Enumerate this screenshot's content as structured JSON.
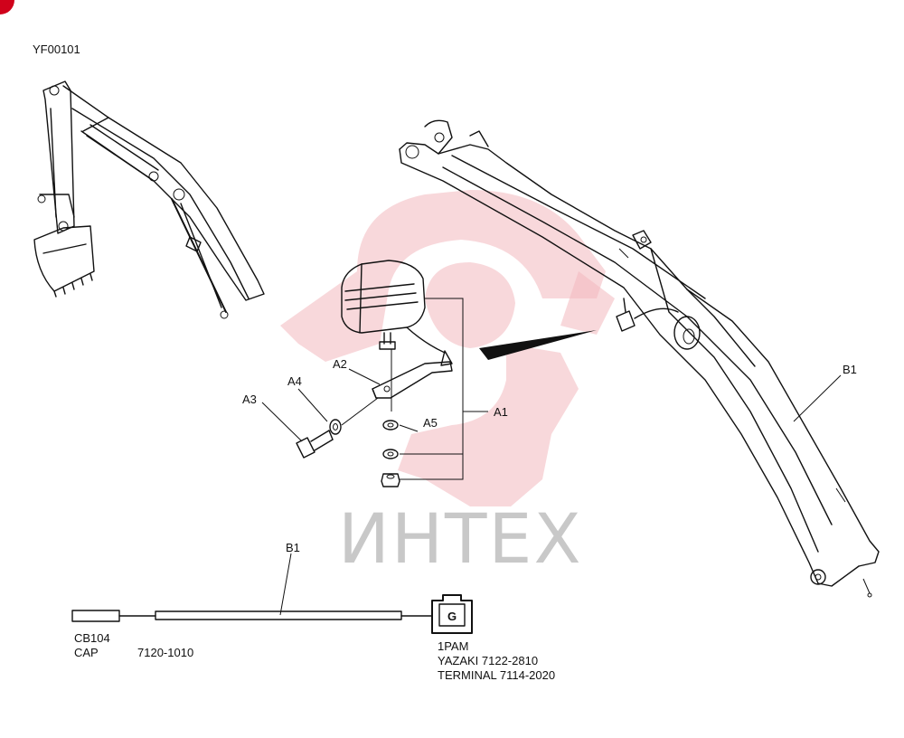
{
  "drawing_code": "YF00101",
  "watermark": "ИНТЕХ",
  "accent_color": "#d0021b",
  "callouts": {
    "a1": "A1",
    "a2": "A2",
    "a3": "A3",
    "a4": "A4",
    "a5": "A5",
    "b1_boom": "B1",
    "b1_harness": "B1"
  },
  "connector_letter": "G",
  "harness_left": {
    "line1": "CB104",
    "line2_left": "CAP",
    "line2_right": "7120-1010"
  },
  "harness_right": {
    "line1": "1PAM",
    "line2": "YAZAKI 7122-2810",
    "line3": "TERMINAL 7114-2020"
  }
}
